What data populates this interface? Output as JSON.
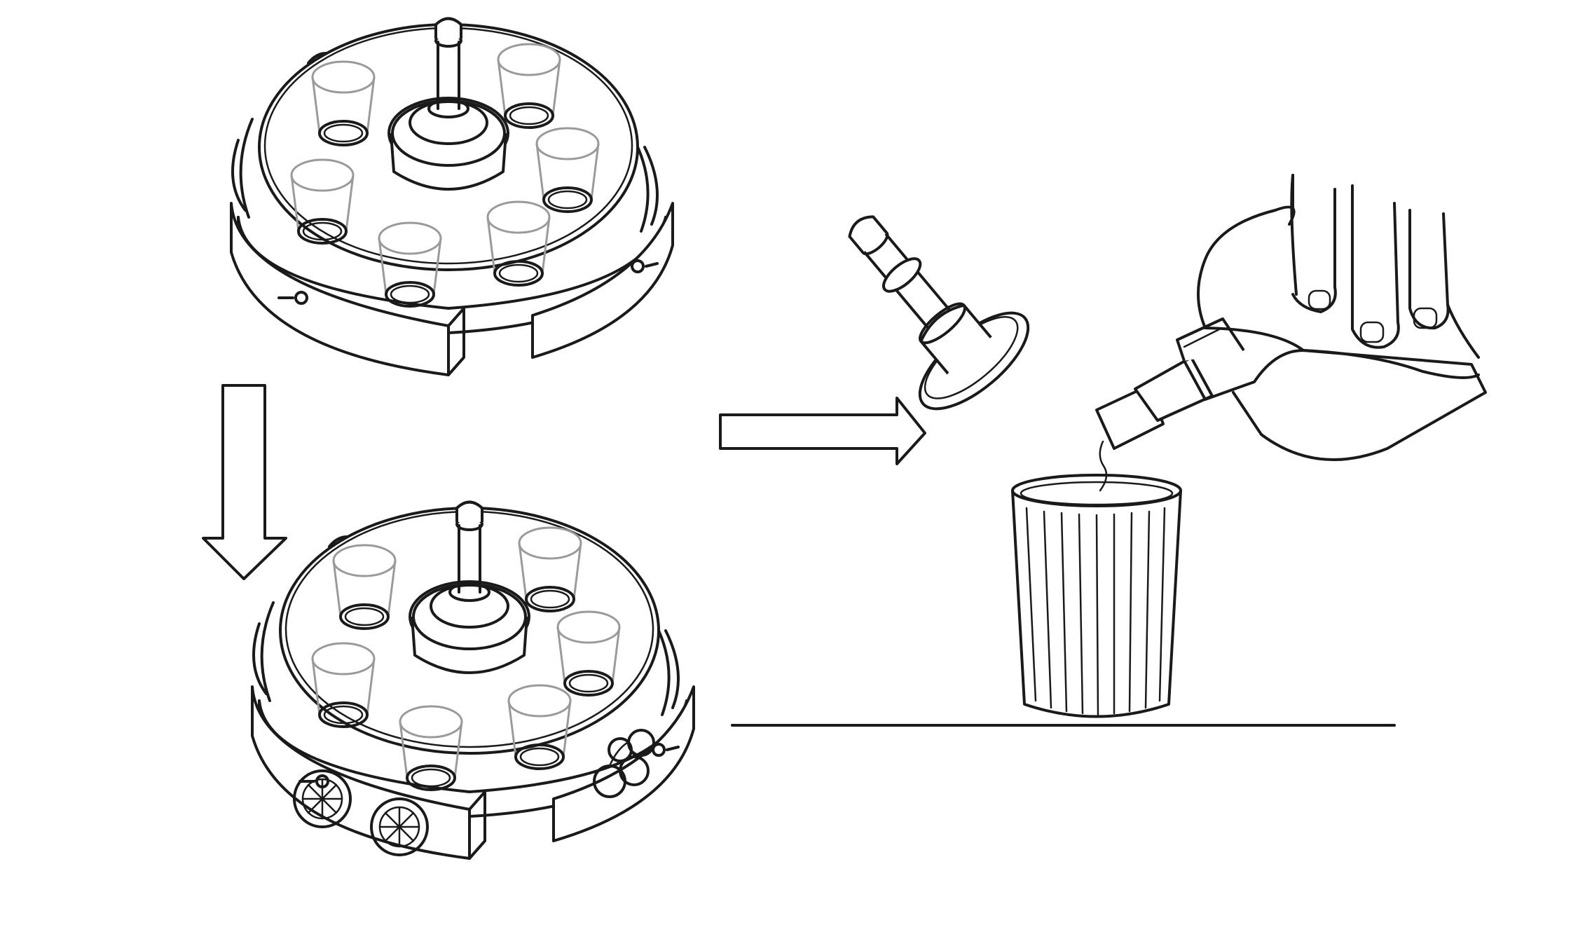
{
  "figure": {
    "panels": [
      {
        "id": "stand-with-empty-drawers"
      },
      {
        "id": "stand-with-fruit-drawers"
      },
      {
        "id": "pouring-into-cylinder"
      }
    ],
    "arrows": [
      {
        "id": "down-arrow",
        "direction": "down"
      },
      {
        "id": "right-arrow",
        "direction": "right"
      }
    ],
    "line_color": "#1a1a1a",
    "glass_color": "#9a9a9a",
    "background": "#ffffff"
  }
}
